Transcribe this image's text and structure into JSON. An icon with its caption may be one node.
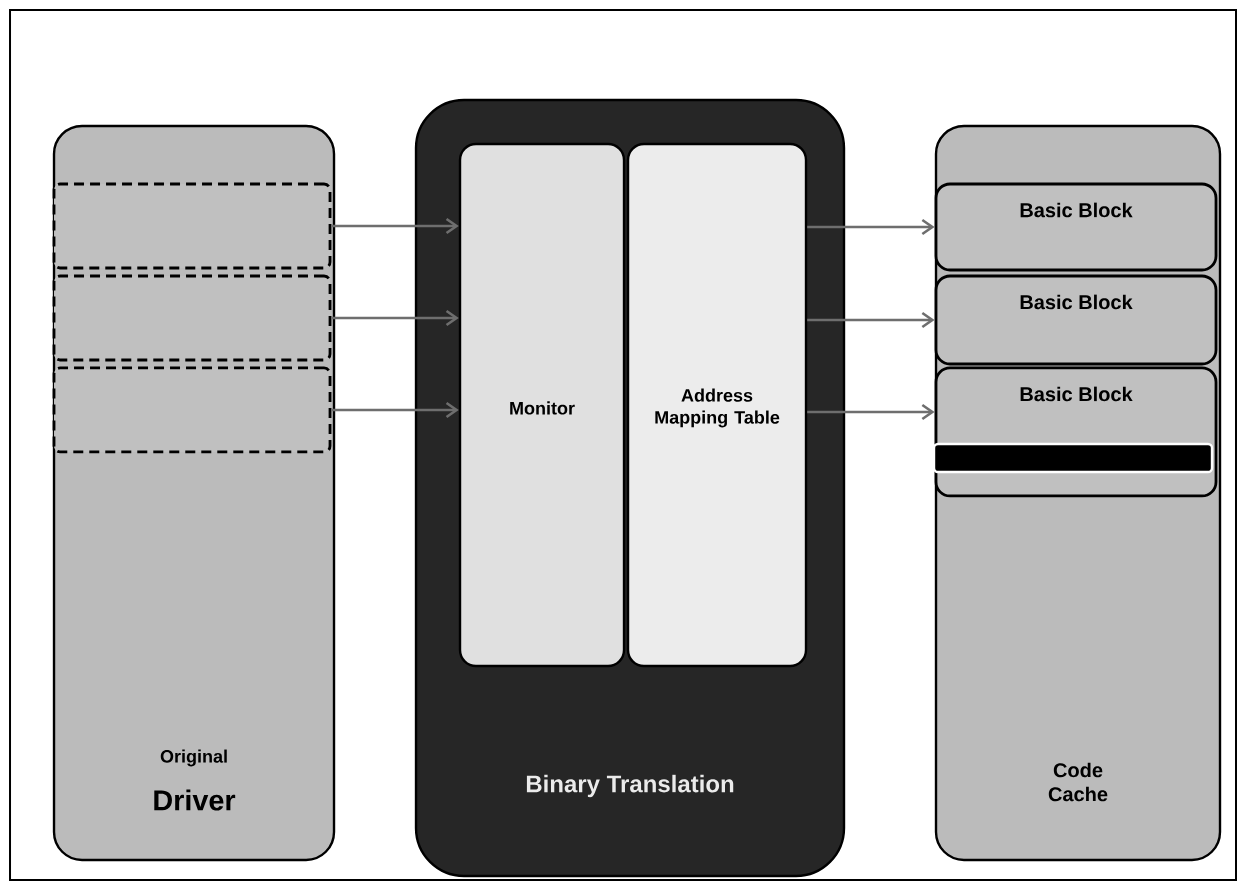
{
  "diagram": {
    "nodes": [
      {
        "text": [
          "Original",
          "Driver"
        ]
      },
      {
        "text": [],
        "shape": "box",
        "in": 0
      },
      {
        "text": [],
        "shape": "box",
        "in": 0
      },
      {
        "text": [],
        "shape": "box",
        "in": 0
      },
      {
        "text": [
          "Binary Translation"
        ]
      },
      {
        "text": [
          "Monitor"
        ],
        "in": 4
      },
      {
        "text": [
          "Address Mapping Table"
        ],
        "in": 4
      },
      {
        "text": [
          "Code Cache"
        ]
      },
      {
        "text": [
          "Basic Block"
        ],
        "in": 7
      },
      {
        "text": [
          "Basic Block"
        ],
        "in": 7
      },
      {
        "text": [
          "Basic Block"
        ],
        "in": 7
      },
      {
        "text": [],
        "shape": "bar",
        "in": 10
      }
    ],
    "edges": [
      {
        "from": 1,
        "to": 5,
        "arrow": "to"
      },
      {
        "from": 2,
        "to": 5,
        "arrow": "to"
      },
      {
        "from": 3,
        "to": 5,
        "arrow": "to"
      },
      {
        "from": 6,
        "to": 8,
        "arrow": "to"
      },
      {
        "from": 6,
        "to": 9,
        "arrow": "to"
      },
      {
        "from": 6,
        "to": 10,
        "arrow": "to"
      }
    ]
  }
}
